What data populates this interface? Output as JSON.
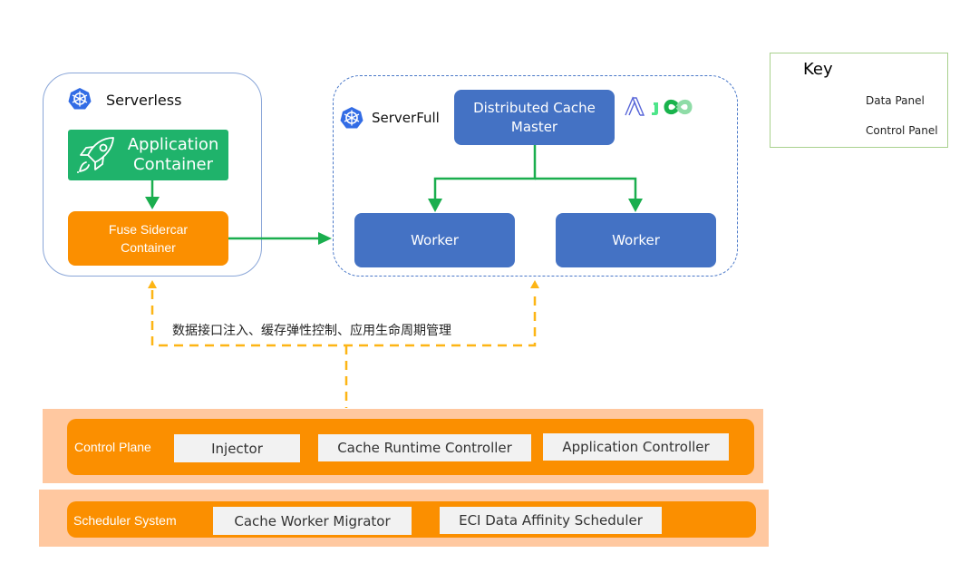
{
  "serverless": {
    "title": "Serverless",
    "icon": "kubernetes-icon",
    "app_container": {
      "line1": "Application",
      "line2": "Container",
      "icon": "rocket-icon"
    },
    "fuse_sidecar": {
      "line1": "Fuse Sidercar",
      "line2": "Container"
    }
  },
  "serverfull": {
    "title": "ServerFull",
    "icon": "kubernetes-icon",
    "master": {
      "line1": "Distributed Cache",
      "line2": "Master"
    },
    "workers": [
      {
        "label": "Worker"
      },
      {
        "label": "Worker"
      }
    ],
    "logos": [
      "alluxio-logo",
      "jindo-logo",
      "juicefs-logo"
    ]
  },
  "control_annotation": "数据接口注入、缓存弹性控制、应用生命周期管理",
  "key": {
    "title": "Key",
    "items": [
      {
        "label": "Data Panel",
        "style": "solid",
        "color": "#1aae4e"
      },
      {
        "label": "Control Panel",
        "style": "dashed",
        "color": "#fdb515"
      }
    ]
  },
  "control_plane": {
    "label": "Control Plane",
    "items": [
      "Injector",
      "Cache Runtime Controller",
      "Application Controller"
    ]
  },
  "scheduler_system": {
    "label": "Scheduler System",
    "items": [
      "Cache Worker Migrator",
      "ECI Data Affinity Scheduler"
    ]
  },
  "colors": {
    "data_arrow": "#1aae4e",
    "control_arrow": "#fdb515",
    "orange": "#fb8f00",
    "band": "#ffc8a0",
    "blue_box": "#4472c4",
    "green_box": "#1fb36b"
  }
}
